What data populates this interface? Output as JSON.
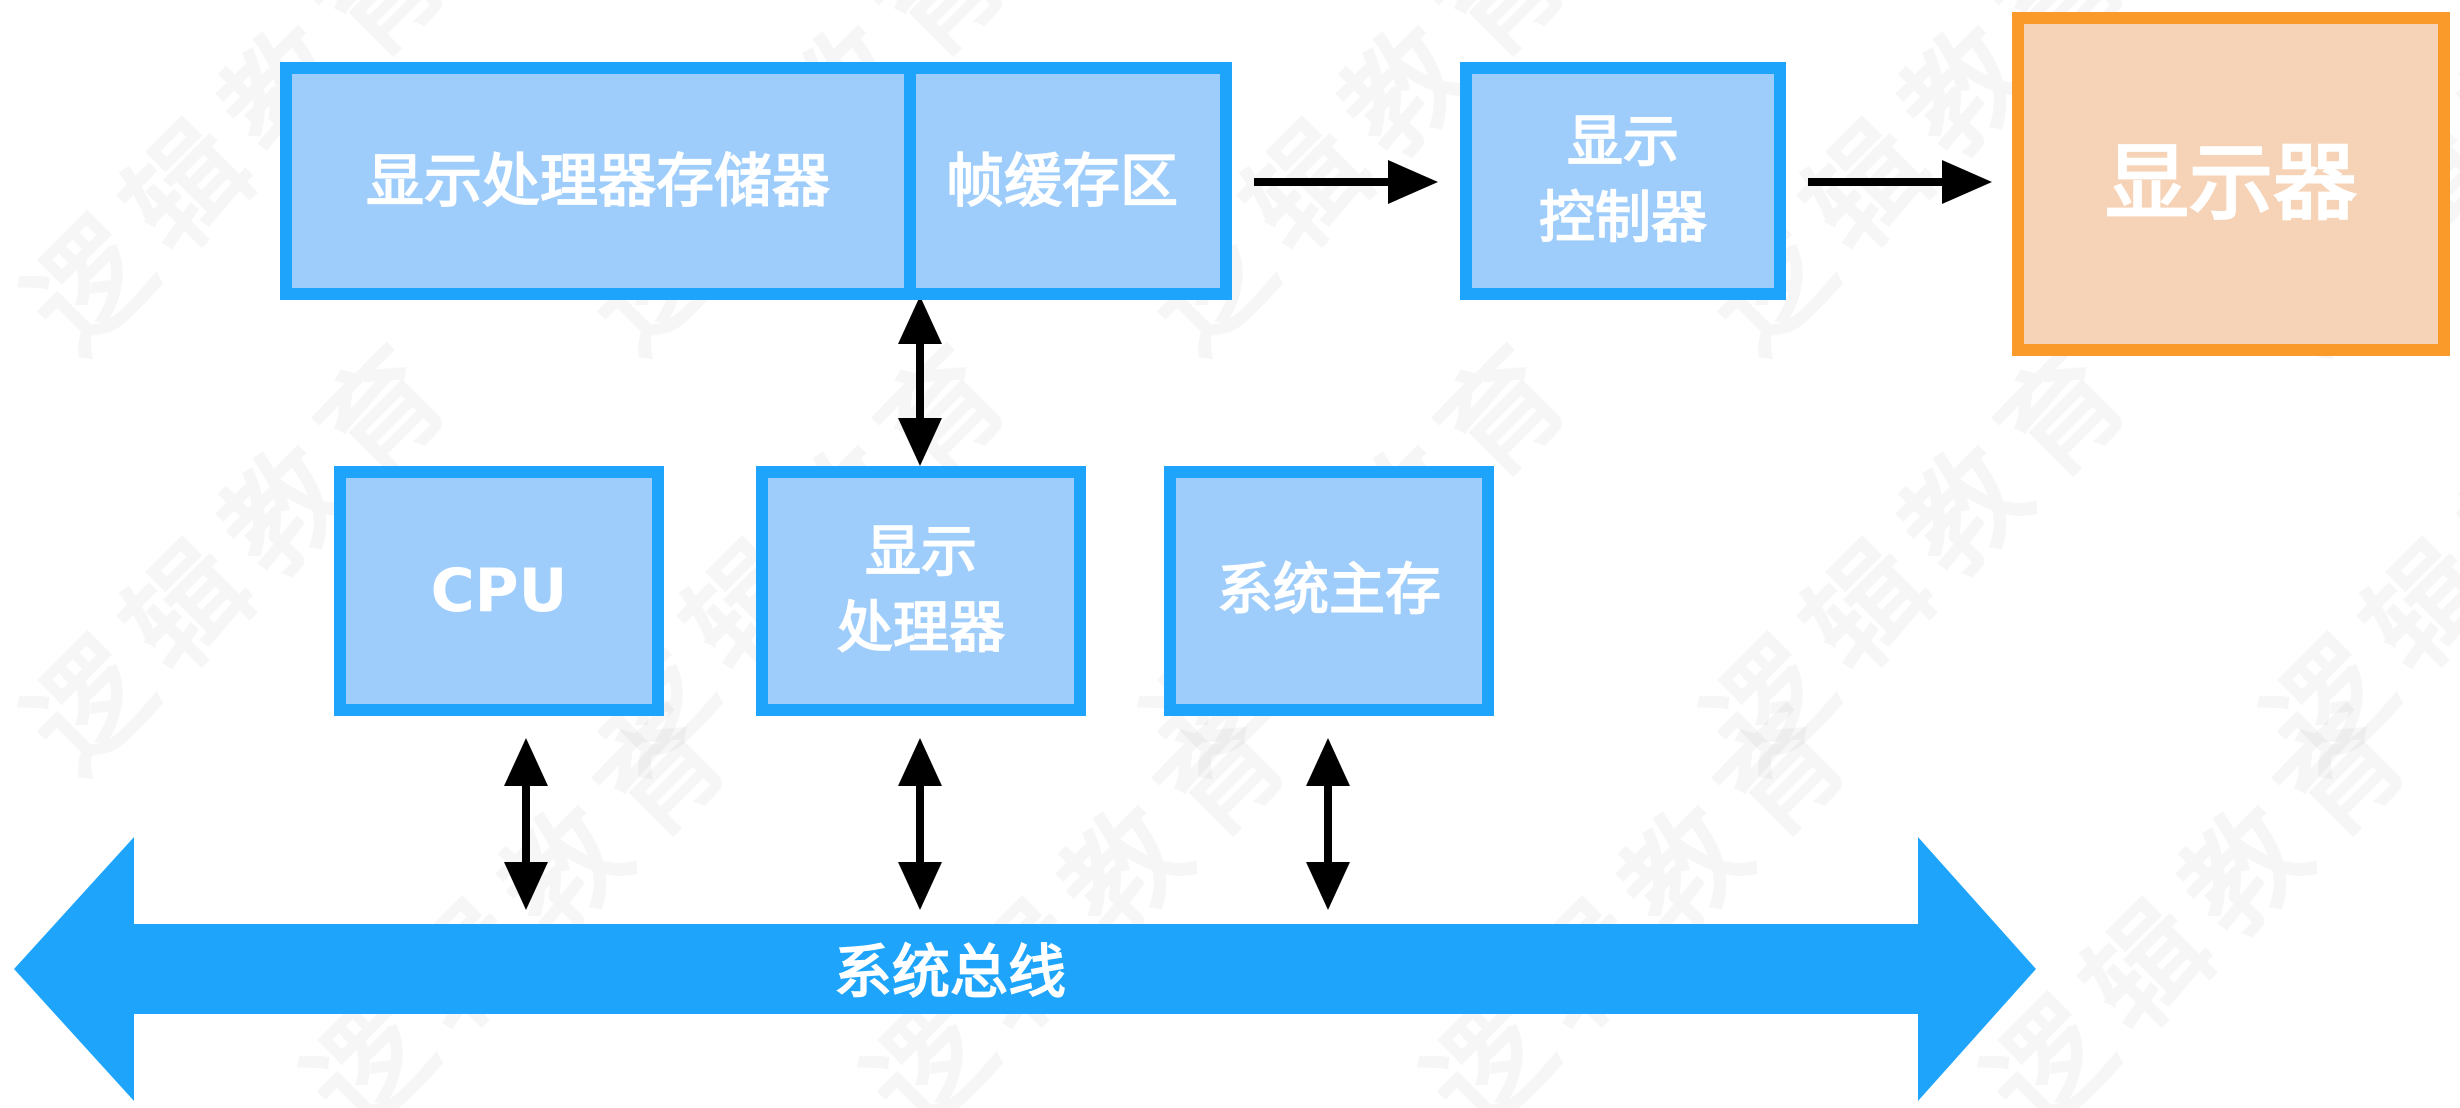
{
  "watermark": "逻辑教育",
  "blocks": {
    "display_processor_memory": "显示处理器存储器",
    "frame_buffer": "帧缓存区",
    "display_controller_line1": "显示",
    "display_controller_line2": "控制器",
    "monitor": "显示器",
    "cpu": "CPU",
    "display_processor_line1": "显示",
    "display_processor_line2": "处理器",
    "system_main_memory": "系统主存"
  },
  "bus": {
    "label": "系统总线"
  },
  "colors": {
    "box_fill": "#9ecdfb",
    "box_border": "#1ea4fb",
    "monitor_fill": "#f6d3b7",
    "monitor_border": "#f99a2b",
    "bus": "#1ea4fb",
    "arrow": "#000000"
  }
}
